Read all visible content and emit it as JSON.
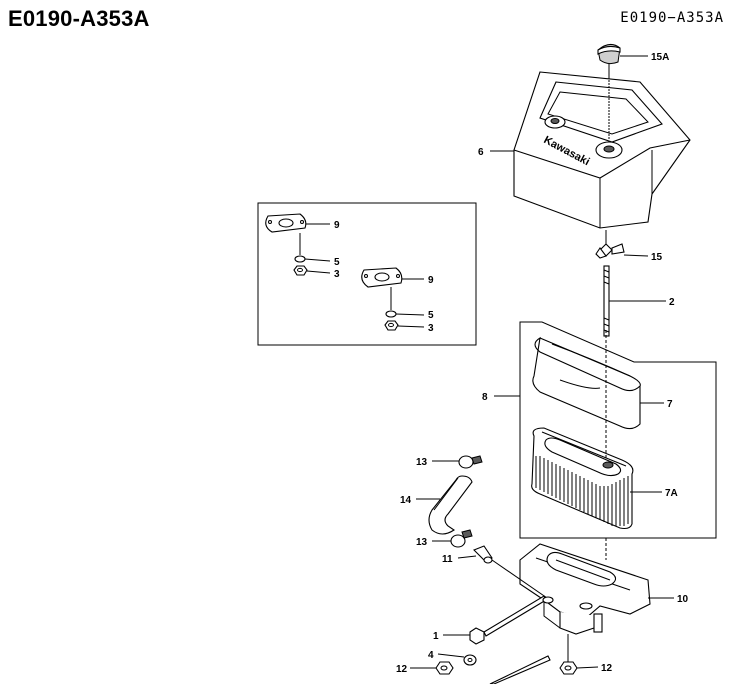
{
  "header": {
    "title_left": "E0190-A353A",
    "title_right": "E0190−A353A"
  },
  "cover_logo": "Kawasaki",
  "callouts": {
    "c15A": "15A",
    "c6": "6",
    "c15": "15",
    "c2": "2",
    "c8": "8",
    "c7": "7",
    "c7A": "7A",
    "c13a": "13",
    "c14": "14",
    "c13b": "13",
    "c11": "11",
    "c10": "10",
    "c1": "1",
    "c4": "4",
    "c12a": "12",
    "c12b": "12"
  },
  "inset": {
    "c9a": "9",
    "c5a": "5",
    "c3a": "3",
    "c9b": "9",
    "c5b": "5",
    "c3b": "3"
  }
}
